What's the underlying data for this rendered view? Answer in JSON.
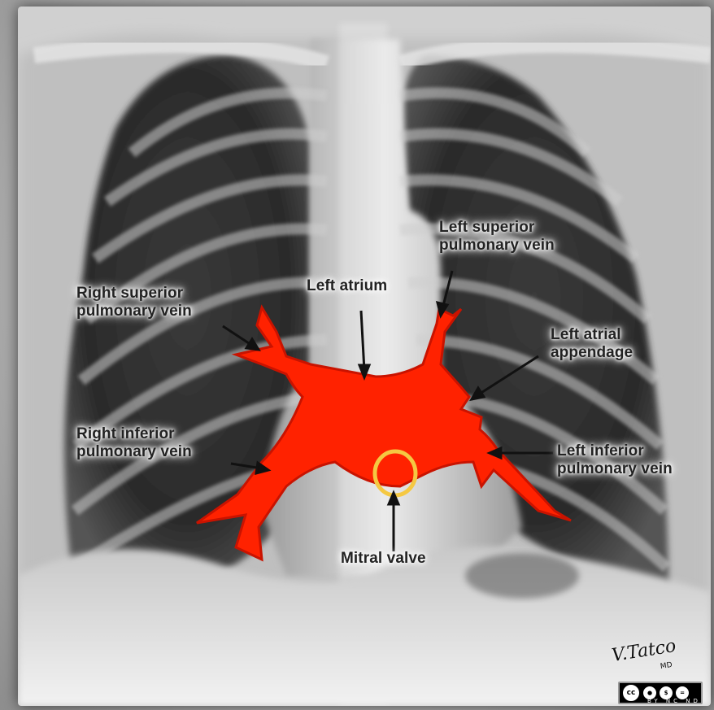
{
  "labels": {
    "left_atrium": "Left atrium",
    "left_superior_pulmonary_vein": [
      "Left superior",
      "pulmonary vein"
    ],
    "right_superior_pulmonary_vein": [
      "Right superior",
      "pulmonary vein"
    ],
    "left_atrial_appendage": [
      "Left atrial",
      "appendage"
    ],
    "right_inferior_pulmonary_vein": [
      "Right inferior",
      "pulmonary vein"
    ],
    "left_inferior_pulmonary_vein": [
      "Left inferior",
      "pulmonary vein"
    ],
    "mitral_valve": "Mitral valve"
  },
  "watermark": {
    "author": "V.Tatco",
    "suffix": "MD"
  },
  "license": {
    "cc": "cc",
    "terms": "BY NC ND"
  },
  "colors": {
    "atrium_fill": "#ff2200",
    "atrium_edge": "#c91300",
    "valve_ring": "#f5c842",
    "arrow": "#111111"
  }
}
